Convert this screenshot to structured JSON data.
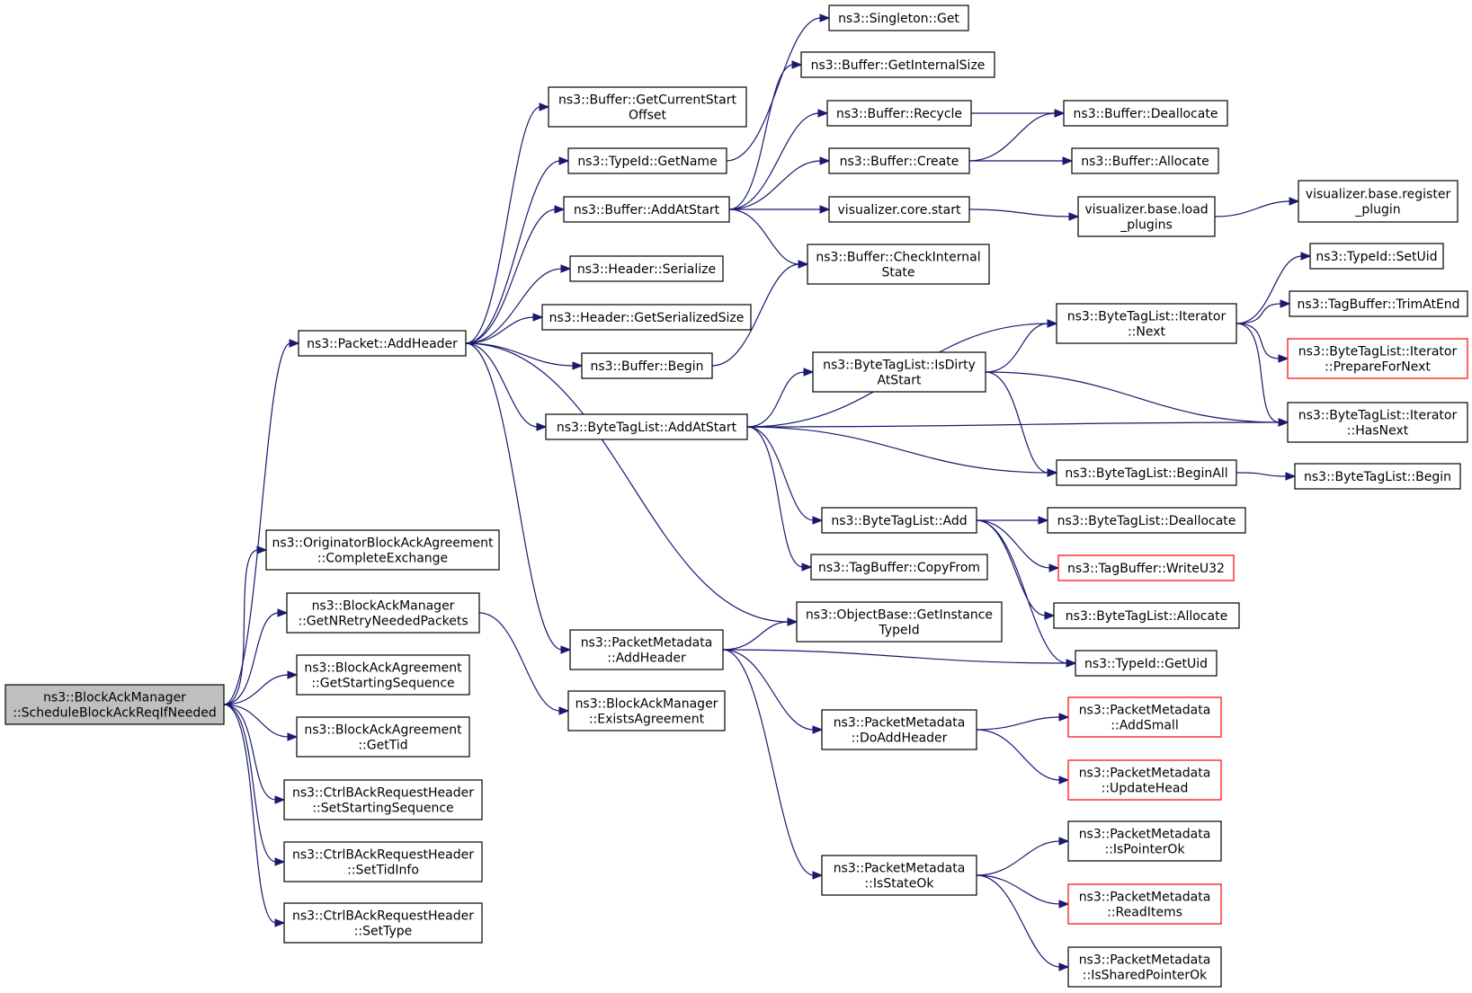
{
  "graph": {
    "nodes": [
      {
        "id": "root",
        "lines": [
          "ns3::BlockAckManager",
          "::ScheduleBlockAckReqIfNeeded"
        ],
        "style": "root"
      },
      {
        "id": "packetAddHeader",
        "lines": [
          "ns3::Packet::AddHeader"
        ]
      },
      {
        "id": "origComplete",
        "lines": [
          "ns3::OriginatorBlockAckAgreement",
          "::CompleteExchange"
        ]
      },
      {
        "id": "bamGetNRetry",
        "lines": [
          "ns3::BlockAckManager",
          "::GetNRetryNeededPackets"
        ]
      },
      {
        "id": "baaGetStartSeq",
        "lines": [
          "ns3::BlockAckAgreement",
          "::GetStartingSequence"
        ]
      },
      {
        "id": "baaGetTid",
        "lines": [
          "ns3::BlockAckAgreement",
          "::GetTid"
        ]
      },
      {
        "id": "ctrlSetStartSeq",
        "lines": [
          "ns3::CtrlBAckRequestHeader",
          "::SetStartingSequence"
        ]
      },
      {
        "id": "ctrlSetTidInfo",
        "lines": [
          "ns3::CtrlBAckRequestHeader",
          "::SetTidInfo"
        ]
      },
      {
        "id": "ctrlSetType",
        "lines": [
          "ns3::CtrlBAckRequestHeader",
          "::SetType"
        ]
      },
      {
        "id": "bufGetCurStart",
        "lines": [
          "ns3::Buffer::GetCurrentStart",
          "Offset"
        ]
      },
      {
        "id": "typeIdGetName",
        "lines": [
          "ns3::TypeId::GetName"
        ]
      },
      {
        "id": "bufAddAtStart",
        "lines": [
          "ns3::Buffer::AddAtStart"
        ]
      },
      {
        "id": "hdrSerialize",
        "lines": [
          "ns3::Header::Serialize"
        ]
      },
      {
        "id": "hdrGetSerSize",
        "lines": [
          "ns3::Header::GetSerializedSize"
        ]
      },
      {
        "id": "bufBegin",
        "lines": [
          "ns3::Buffer::Begin"
        ]
      },
      {
        "id": "btlAddAtStart",
        "lines": [
          "ns3::ByteTagList::AddAtStart"
        ]
      },
      {
        "id": "pmAddHeader",
        "lines": [
          "ns3::PacketMetadata",
          "::AddHeader"
        ]
      },
      {
        "id": "bamExists",
        "lines": [
          "ns3::BlockAckManager",
          "::ExistsAgreement"
        ]
      },
      {
        "id": "singletonGet",
        "lines": [
          "ns3::Singleton::Get"
        ]
      },
      {
        "id": "bufGetInternalSize",
        "lines": [
          "ns3::Buffer::GetInternalSize"
        ]
      },
      {
        "id": "bufRecycle",
        "lines": [
          "ns3::Buffer::Recycle"
        ]
      },
      {
        "id": "bufCreate",
        "lines": [
          "ns3::Buffer::Create"
        ]
      },
      {
        "id": "vizCoreStart",
        "lines": [
          "visualizer.core.start"
        ]
      },
      {
        "id": "bufCheckInternal",
        "lines": [
          "ns3::Buffer::CheckInternal",
          "State"
        ]
      },
      {
        "id": "btlIsDirty",
        "lines": [
          "ns3::ByteTagList::IsDirty",
          "AtStart"
        ]
      },
      {
        "id": "btlAdd",
        "lines": [
          "ns3::ByteTagList::Add"
        ]
      },
      {
        "id": "tbCopyFrom",
        "lines": [
          "ns3::TagBuffer::CopyFrom"
        ]
      },
      {
        "id": "obGetInstance",
        "lines": [
          "ns3::ObjectBase::GetInstance",
          "TypeId"
        ]
      },
      {
        "id": "pmDoAddHeader",
        "lines": [
          "ns3::PacketMetadata",
          "::DoAddHeader"
        ]
      },
      {
        "id": "pmIsStateOk",
        "lines": [
          "ns3::PacketMetadata",
          "::IsStateOk"
        ]
      },
      {
        "id": "bufDeallocate",
        "lines": [
          "ns3::Buffer::Deallocate"
        ]
      },
      {
        "id": "bufAllocate",
        "lines": [
          "ns3::Buffer::Allocate"
        ]
      },
      {
        "id": "vizLoadPlugins",
        "lines": [
          "visualizer.base.load",
          "_plugins"
        ]
      },
      {
        "id": "btlItNext",
        "lines": [
          "ns3::ByteTagList::Iterator",
          "::Next"
        ]
      },
      {
        "id": "btlBeginAll",
        "lines": [
          "ns3::ByteTagList::BeginAll"
        ]
      },
      {
        "id": "btlDeallocate",
        "lines": [
          "ns3::ByteTagList::Deallocate"
        ]
      },
      {
        "id": "tbWriteU32",
        "lines": [
          "ns3::TagBuffer::WriteU32"
        ],
        "style": "red"
      },
      {
        "id": "btlAllocate",
        "lines": [
          "ns3::ByteTagList::Allocate"
        ]
      },
      {
        "id": "typeIdGetUid",
        "lines": [
          "ns3::TypeId::GetUid"
        ]
      },
      {
        "id": "pmAddSmall",
        "lines": [
          "ns3::PacketMetadata",
          "::AddSmall"
        ],
        "style": "red"
      },
      {
        "id": "pmUpdateHead",
        "lines": [
          "ns3::PacketMetadata",
          "::UpdateHead"
        ],
        "style": "red"
      },
      {
        "id": "pmIsPointerOk",
        "lines": [
          "ns3::PacketMetadata",
          "::IsPointerOk"
        ]
      },
      {
        "id": "pmReadItems",
        "lines": [
          "ns3::PacketMetadata",
          "::ReadItems"
        ],
        "style": "red"
      },
      {
        "id": "pmIsSharedPtrOk",
        "lines": [
          "ns3::PacketMetadata",
          "::IsSharedPointerOk"
        ]
      },
      {
        "id": "vizRegisterPlugin",
        "lines": [
          "visualizer.base.register",
          "_plugin"
        ]
      },
      {
        "id": "typeIdSetUid",
        "lines": [
          "ns3::TypeId::SetUid"
        ]
      },
      {
        "id": "tbTrimAtEnd",
        "lines": [
          "ns3::TagBuffer::TrimAtEnd"
        ]
      },
      {
        "id": "btlItPrepare",
        "lines": [
          "ns3::ByteTagList::Iterator",
          "::PrepareForNext"
        ],
        "style": "red"
      },
      {
        "id": "btlItHasNext",
        "lines": [
          "ns3::ByteTagList::Iterator",
          "::HasNext"
        ]
      },
      {
        "id": "btlBegin",
        "lines": [
          "ns3::ByteTagList::Begin"
        ]
      }
    ],
    "edges": [
      [
        "root",
        "packetAddHeader"
      ],
      [
        "root",
        "origComplete"
      ],
      [
        "root",
        "bamGetNRetry"
      ],
      [
        "root",
        "baaGetStartSeq"
      ],
      [
        "root",
        "baaGetTid"
      ],
      [
        "root",
        "ctrlSetStartSeq"
      ],
      [
        "root",
        "ctrlSetTidInfo"
      ],
      [
        "root",
        "ctrlSetType"
      ],
      [
        "packetAddHeader",
        "bufGetCurStart"
      ],
      [
        "packetAddHeader",
        "typeIdGetName"
      ],
      [
        "packetAddHeader",
        "bufAddAtStart"
      ],
      [
        "packetAddHeader",
        "hdrSerialize"
      ],
      [
        "packetAddHeader",
        "hdrGetSerSize"
      ],
      [
        "packetAddHeader",
        "bufBegin"
      ],
      [
        "packetAddHeader",
        "btlAddAtStart"
      ],
      [
        "packetAddHeader",
        "pmAddHeader"
      ],
      [
        "packetAddHeader",
        "obGetInstance"
      ],
      [
        "bamGetNRetry",
        "bamExists"
      ],
      [
        "typeIdGetName",
        "singletonGet"
      ],
      [
        "bufAddAtStart",
        "bufGetInternalSize"
      ],
      [
        "bufAddAtStart",
        "bufRecycle"
      ],
      [
        "bufAddAtStart",
        "bufCreate"
      ],
      [
        "bufAddAtStart",
        "vizCoreStart"
      ],
      [
        "bufAddAtStart",
        "bufCheckInternal"
      ],
      [
        "bufRecycle",
        "bufDeallocate"
      ],
      [
        "bufCreate",
        "bufDeallocate"
      ],
      [
        "bufCreate",
        "bufAllocate"
      ],
      [
        "vizCoreStart",
        "vizLoadPlugins"
      ],
      [
        "vizLoadPlugins",
        "vizRegisterPlugin"
      ],
      [
        "bufBegin",
        "bufCheckInternal"
      ],
      [
        "btlAddAtStart",
        "btlItNext"
      ],
      [
        "btlAddAtStart",
        "btlIsDirty"
      ],
      [
        "btlAddAtStart",
        "btlItHasNext"
      ],
      [
        "btlAddAtStart",
        "btlBeginAll"
      ],
      [
        "btlAddAtStart",
        "btlAdd"
      ],
      [
        "btlAddAtStart",
        "tbCopyFrom"
      ],
      [
        "btlIsDirty",
        "btlItNext"
      ],
      [
        "btlIsDirty",
        "btlItHasNext"
      ],
      [
        "btlIsDirty",
        "btlBeginAll"
      ],
      [
        "btlItNext",
        "typeIdSetUid"
      ],
      [
        "btlItNext",
        "tbTrimAtEnd"
      ],
      [
        "btlItNext",
        "btlItPrepare"
      ],
      [
        "btlItNext",
        "btlItHasNext"
      ],
      [
        "btlBeginAll",
        "btlBegin"
      ],
      [
        "btlAdd",
        "btlDeallocate"
      ],
      [
        "btlAdd",
        "tbWriteU32"
      ],
      [
        "btlAdd",
        "btlAllocate"
      ],
      [
        "btlAdd",
        "typeIdGetUid"
      ],
      [
        "pmAddHeader",
        "obGetInstance"
      ],
      [
        "pmAddHeader",
        "typeIdGetUid"
      ],
      [
        "pmAddHeader",
        "pmDoAddHeader"
      ],
      [
        "pmAddHeader",
        "pmIsStateOk"
      ],
      [
        "pmDoAddHeader",
        "pmAddSmall"
      ],
      [
        "pmDoAddHeader",
        "pmUpdateHead"
      ],
      [
        "pmIsStateOk",
        "pmIsPointerOk"
      ],
      [
        "pmIsStateOk",
        "pmReadItems"
      ],
      [
        "pmIsStateOk",
        "pmIsSharedPtrOk"
      ]
    ]
  }
}
